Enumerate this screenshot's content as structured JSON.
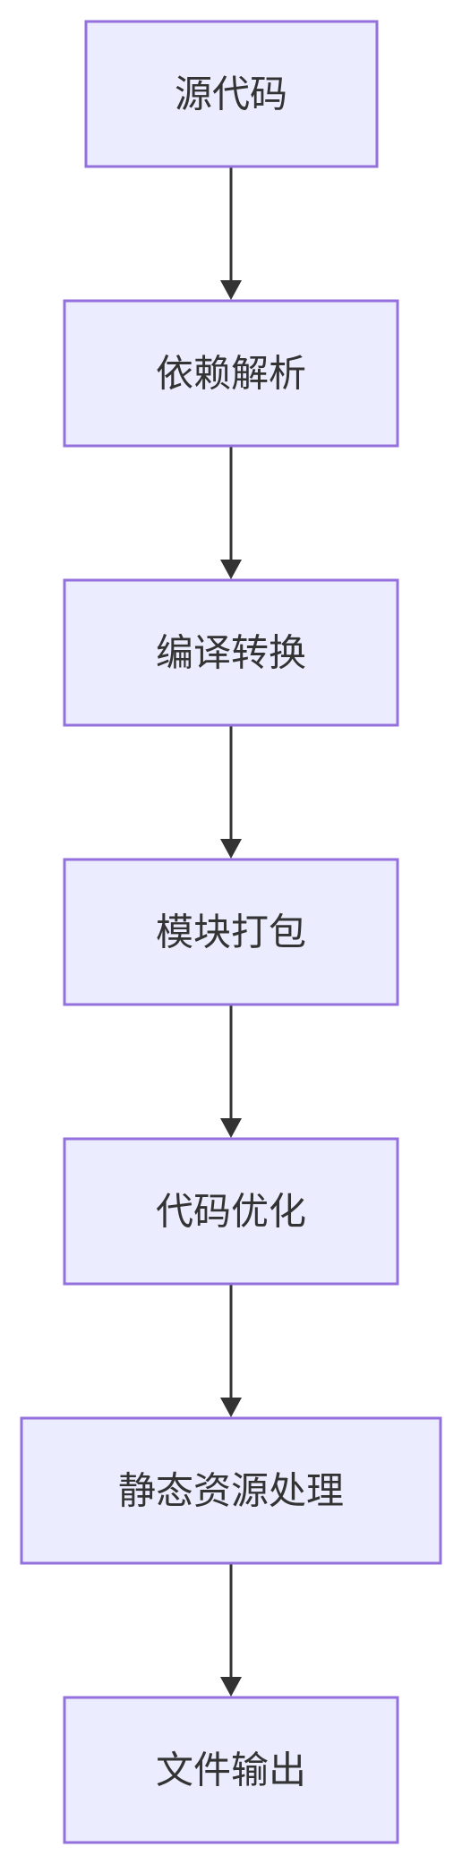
{
  "diagram": {
    "type": "flowchart",
    "direction": "top-down",
    "colors": {
      "node_fill": "#ECECFF",
      "node_border": "#9370DB",
      "text": "#333333",
      "edge": "#333333"
    },
    "nodes": [
      {
        "id": "n1",
        "label": "源代码"
      },
      {
        "id": "n2",
        "label": "依赖解析"
      },
      {
        "id": "n3",
        "label": "编译转换"
      },
      {
        "id": "n4",
        "label": "模块打包"
      },
      {
        "id": "n5",
        "label": "代码优化"
      },
      {
        "id": "n6",
        "label": "静态资源处理"
      },
      {
        "id": "n7",
        "label": "文件输出"
      }
    ],
    "edges": [
      {
        "from": "n1",
        "to": "n2"
      },
      {
        "from": "n2",
        "to": "n3"
      },
      {
        "from": "n3",
        "to": "n4"
      },
      {
        "from": "n4",
        "to": "n5"
      },
      {
        "from": "n5",
        "to": "n6"
      },
      {
        "from": "n6",
        "to": "n7"
      }
    ]
  }
}
